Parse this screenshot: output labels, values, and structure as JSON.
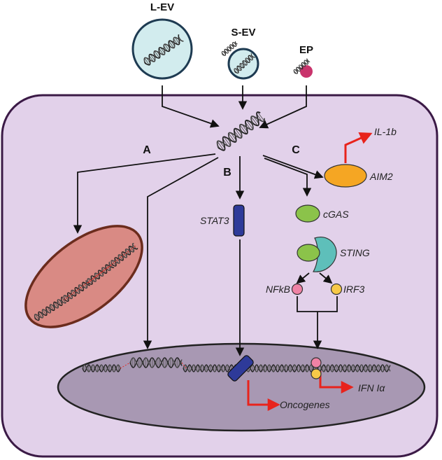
{
  "sources": {
    "large_ev": "L-EV",
    "small_ev": "S-EV",
    "exomere": "EP"
  },
  "pathways": {
    "a": "A",
    "b": "B",
    "c": "C"
  },
  "proteins": {
    "il1b": "IL-1b",
    "aim2": "AIM2",
    "stat3": "STAT3",
    "cgas": "cGAS",
    "sting": "STING",
    "nfkb": "NFkB",
    "irf3": "IRF3"
  },
  "outputs": {
    "oncogenes": "Oncogenes",
    "ifn": "IFN Iα"
  },
  "colors": {
    "cell": "#e2d1ea",
    "cell_border": "#3b1a46",
    "vesicle": "#d2ecee",
    "vesicle_border": "#1e3b52",
    "exomere": "#c9346c",
    "nucleus": "#a898b3",
    "mitochondrion": "#d98a84",
    "mito_border": "#6b2c1d",
    "stat3": "#2e3a99",
    "green": "#8bc34a",
    "aim2": "#f5a623",
    "sting": "#5ebfba",
    "nfkb": "#ef82a5",
    "irf3": "#f7c948",
    "red_arrow": "#e8231c"
  }
}
